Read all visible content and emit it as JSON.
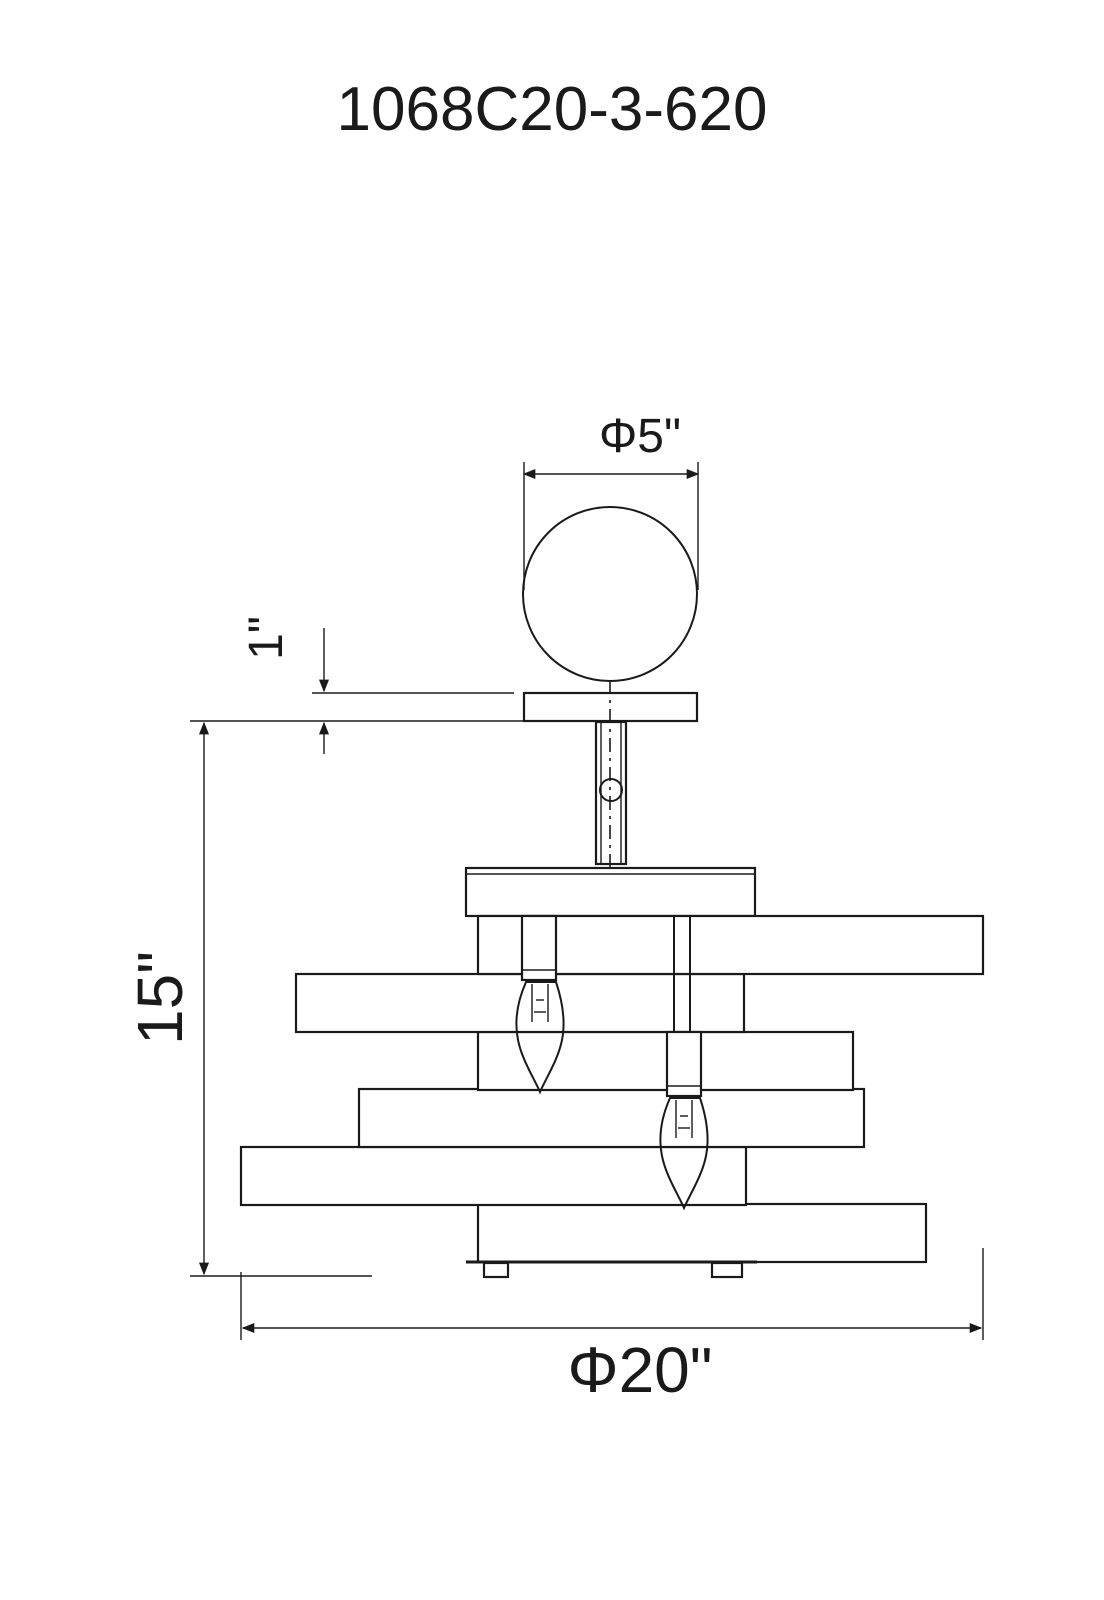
{
  "title": "1068C20-3-620",
  "dimensions": {
    "globe_diameter": "Φ5\"",
    "canopy_height": "1\"",
    "overall_height": "15\"",
    "overall_diameter": "Φ20\""
  }
}
